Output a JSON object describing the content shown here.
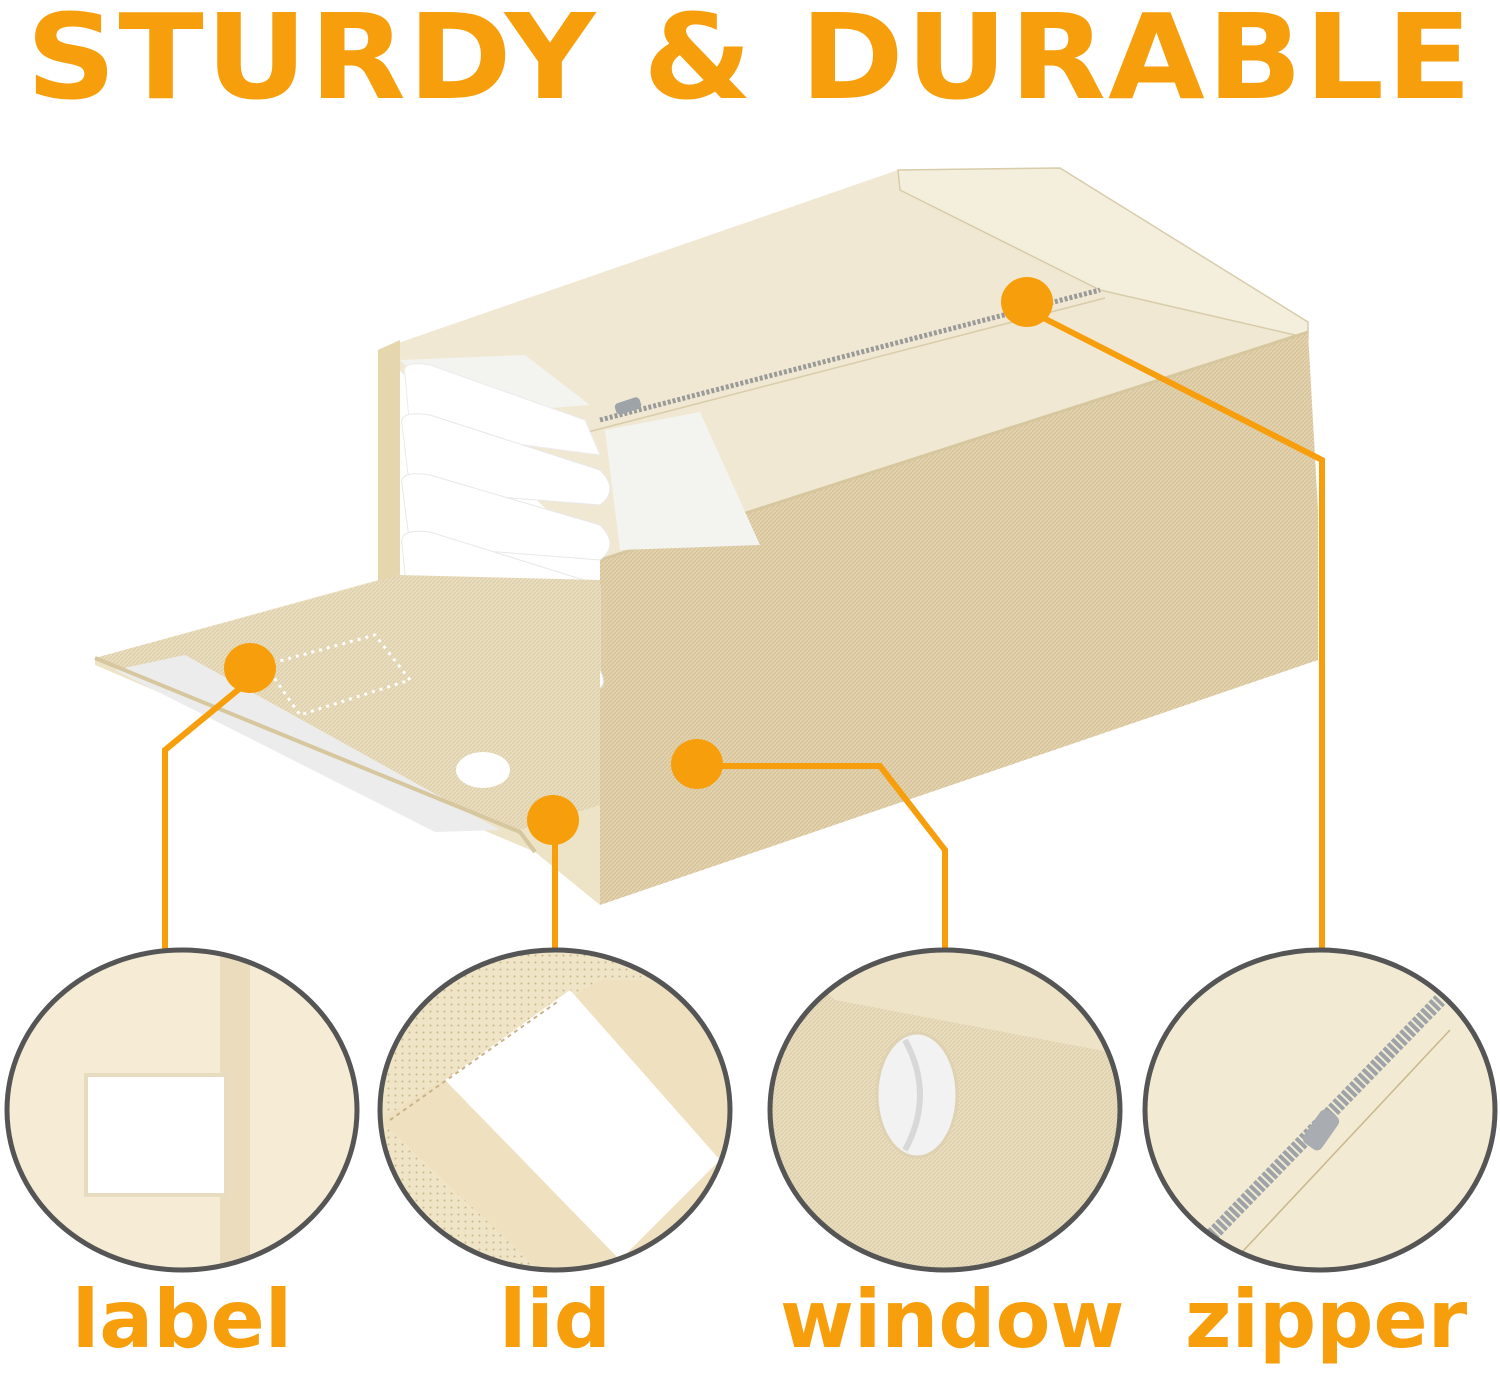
{
  "headline": "STURDY & DURABLE",
  "brand_color": "#F79E0C",
  "product": {
    "name": "fabric storage box",
    "color": "beige",
    "contents": "folded white bedding"
  },
  "features": [
    {
      "id": "label",
      "caption": "label",
      "detail_icon": "label-window-icon"
    },
    {
      "id": "lid",
      "caption": "lid",
      "detail_icon": "hook-and-loop-lid-icon"
    },
    {
      "id": "window",
      "caption": "window",
      "detail_icon": "oval-window-icon"
    },
    {
      "id": "zipper",
      "caption": "zipper",
      "detail_icon": "zipper-icon"
    }
  ]
}
